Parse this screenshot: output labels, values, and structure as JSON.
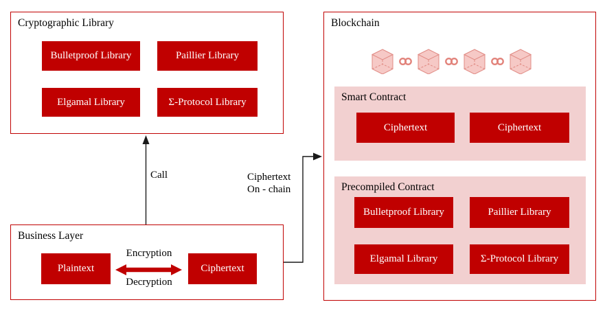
{
  "colors": {
    "accent_red": "#c00000",
    "panel_pink": "#f2d0d0",
    "cube_fill": "#f6c9c6",
    "cube_stroke": "#e08a83",
    "link_stroke": "#e2837b",
    "arrow_black": "#1a1a1a",
    "text_black": "#000000"
  },
  "cryptographic_library": {
    "title": "Cryptographic Library",
    "buttons": [
      "Bulletproof Library",
      "Paillier Library",
      "Elgamal Library",
      "Σ-Protocol Library"
    ]
  },
  "business_layer": {
    "title": "Business Layer",
    "plaintext_label": "Plaintext",
    "ciphertext_label": "Ciphertext",
    "encryption_label": "Encryption",
    "decryption_label": "Decryption"
  },
  "connections": {
    "call_label": "Call",
    "onchain_label_line1": "Ciphertext",
    "onchain_label_line2": "On - chain"
  },
  "blockchain": {
    "title": "Blockchain",
    "smart_contract": {
      "title": "Smart Contract",
      "buttons": [
        "Ciphertext",
        "Ciphertext"
      ]
    },
    "precompiled_contract": {
      "title": "Precompiled Contract",
      "buttons": [
        "Bulletproof Library",
        "Paillier Library",
        "Elgamal Library",
        "Σ-Protocol Library"
      ]
    }
  }
}
